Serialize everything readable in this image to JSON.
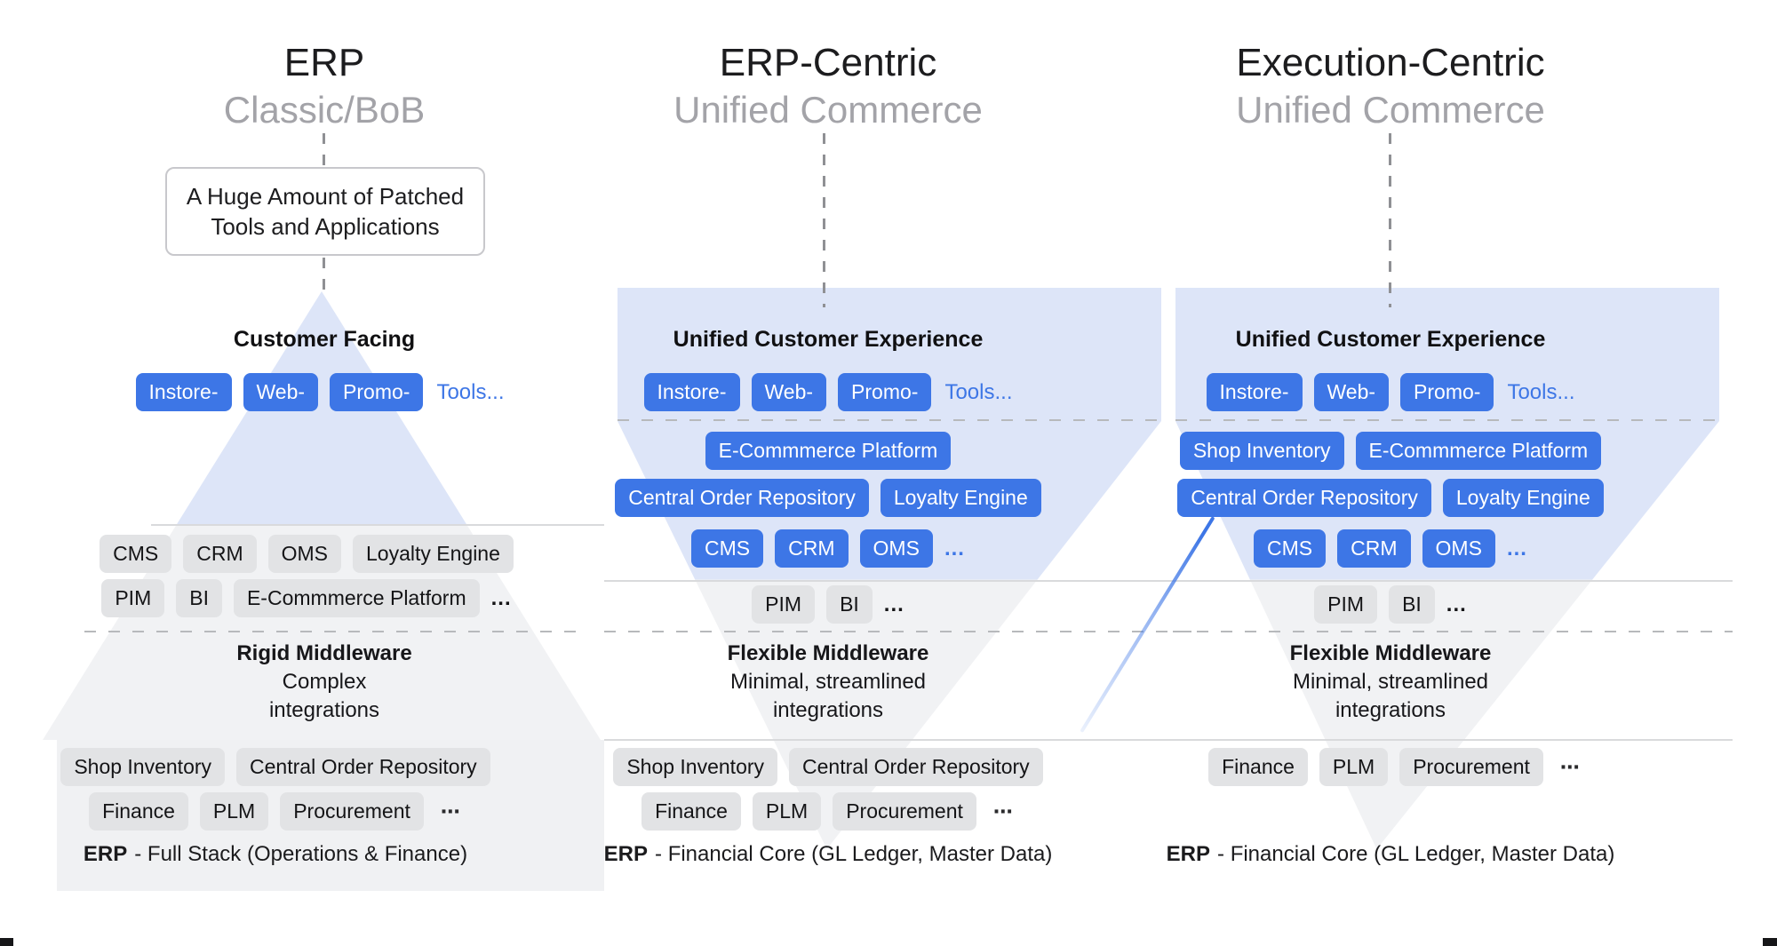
{
  "colors": {
    "accent_blue": "#3d76e6",
    "band_blue": "#dde5f8",
    "panel_gray": "#f1f2f4",
    "pill_gray": "#e2e3e5",
    "title_gray": "#a3a3a8"
  },
  "columns": [
    {
      "title": "ERP",
      "subtitle": "Classic/BoB",
      "callout_line1": "A Huge Amount of Patched",
      "callout_line2": "Tools and Applications",
      "heading": "Customer Facing",
      "top_pills": [
        "Instore-",
        "Web-",
        "Promo-"
      ],
      "tools_label": "Tools...",
      "mid_row1": [
        "CMS",
        "CRM",
        "OMS",
        "Loyalty Engine"
      ],
      "mid_row2": [
        "PIM",
        "BI",
        "E-Commmerce Platform"
      ],
      "mid_ellipsis": "...",
      "middleware_title": "Rigid Middleware",
      "middleware_line1": "Complex",
      "middleware_line2": "integrations",
      "bottom_row1": [
        "Shop Inventory",
        "Central Order Repository"
      ],
      "bottom_row2": [
        "Finance",
        "PLM",
        "Procurement"
      ],
      "bottom_ellipsis": "⋯",
      "erp_label": "ERP",
      "erp_desc": "- Full Stack (Operations & Finance)"
    },
    {
      "title": "ERP-Centric",
      "subtitle": "Unified Commerce",
      "heading": "Unified Customer Experience",
      "top_pills": [
        "Instore-",
        "Web-",
        "Promo-"
      ],
      "tools_label": "Tools...",
      "blue_row1": [
        "E-Commmerce Platform"
      ],
      "blue_row2": [
        "Central Order Repository",
        "Loyalty Engine"
      ],
      "blue_row3": [
        "CMS",
        "CRM",
        "OMS"
      ],
      "blue_ellipsis": "...",
      "gray_row": [
        "PIM",
        "BI"
      ],
      "gray_ellipsis": "...",
      "middleware_title": "Flexible Middleware",
      "middleware_line1": "Minimal, streamlined",
      "middleware_line2": "integrations",
      "bottom_row1": [
        "Shop Inventory",
        "Central Order Repository"
      ],
      "bottom_row2": [
        "Finance",
        "PLM",
        "Procurement"
      ],
      "bottom_ellipsis": "⋯",
      "erp_label": "ERP",
      "erp_desc": "- Financial Core (GL Ledger, Master Data)"
    },
    {
      "title": "Execution-Centric",
      "subtitle": "Unified Commerce",
      "heading": "Unified Customer Experience",
      "top_pills": [
        "Instore-",
        "Web-",
        "Promo-"
      ],
      "tools_label": "Tools...",
      "blue_row1": [
        "Shop Inventory",
        "E-Commmerce Platform"
      ],
      "blue_row2": [
        "Central Order Repository",
        "Loyalty Engine"
      ],
      "blue_row3": [
        "CMS",
        "CRM",
        "OMS"
      ],
      "blue_ellipsis": "...",
      "gray_row": [
        "PIM",
        "BI"
      ],
      "gray_ellipsis": "...",
      "middleware_title": "Flexible Middleware",
      "middleware_line1": "Minimal, streamlined",
      "middleware_line2": "integrations",
      "bottom_row1": [
        "Finance",
        "PLM",
        "Procurement"
      ],
      "bottom_ellipsis": "⋯",
      "erp_label": "ERP",
      "erp_desc": "- Financial Core (GL Ledger, Master Data)"
    }
  ]
}
